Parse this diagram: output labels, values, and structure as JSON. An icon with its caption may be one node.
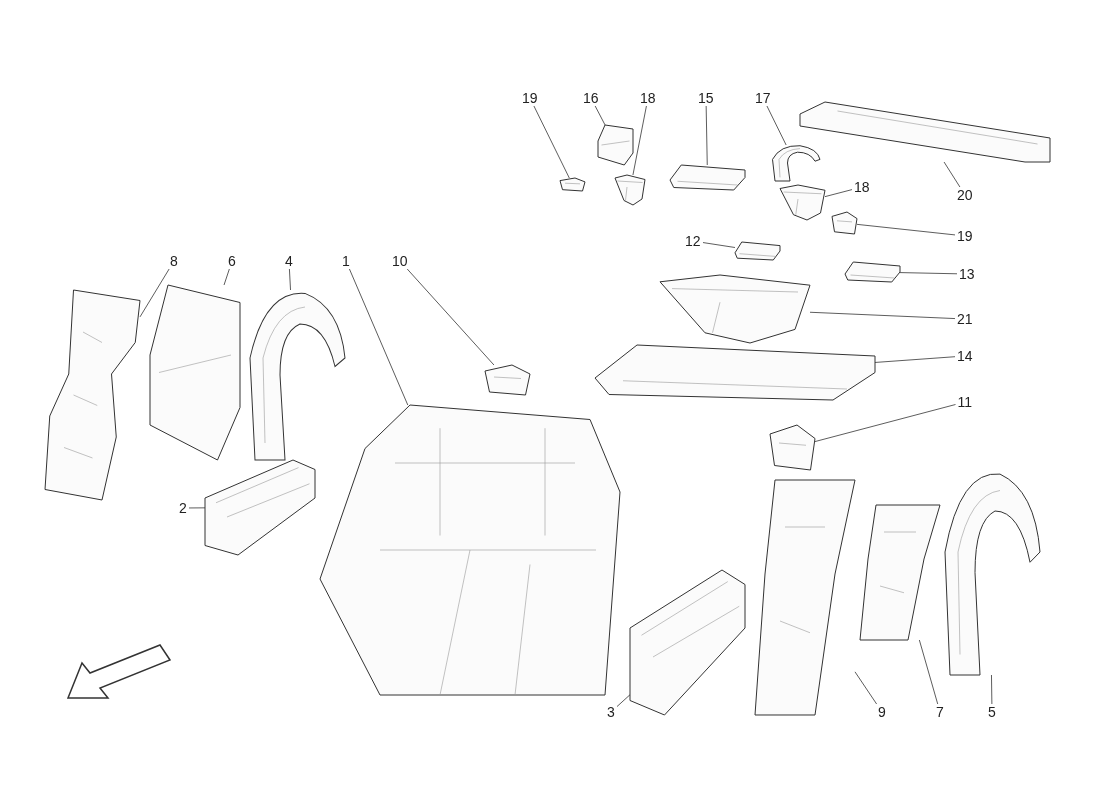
{
  "diagram": {
    "nodes": [
      {
        "text": [
          "19"
        ]
      },
      {
        "text": [
          "16"
        ]
      },
      {
        "text": [
          "18"
        ]
      },
      {
        "text": [
          "15"
        ]
      },
      {
        "text": [
          "17"
        ]
      },
      {
        "text": [
          "18"
        ]
      },
      {
        "text": [
          "20"
        ]
      },
      {
        "text": [
          "19"
        ]
      },
      {
        "text": [
          "12"
        ]
      },
      {
        "text": [
          "8"
        ]
      },
      {
        "text": [
          "6"
        ]
      },
      {
        "text": [
          "4"
        ]
      },
      {
        "text": [
          "1"
        ]
      },
      {
        "text": [
          "10"
        ]
      },
      {
        "text": [
          "13"
        ]
      },
      {
        "text": [
          "21"
        ]
      },
      {
        "text": [
          "14"
        ]
      },
      {
        "text": [
          "11"
        ]
      },
      {
        "text": [
          "2"
        ]
      },
      {
        "text": [
          "3"
        ]
      },
      {
        "text": [
          "9"
        ]
      },
      {
        "text": [
          "7"
        ]
      },
      {
        "text": [
          "5"
        ]
      },
      {
        "text": [],
        "shape": "picture"
      },
      {
        "text": [],
        "shape": "picture"
      },
      {
        "text": [],
        "shape": "picture"
      },
      {
        "text": [],
        "shape": "picture"
      },
      {
        "text": [],
        "shape": "picture"
      },
      {
        "text": [],
        "shape": "picture"
      },
      {
        "text": [],
        "shape": "picture"
      },
      {
        "text": [],
        "shape": "picture"
      },
      {
        "text": [],
        "shape": "picture"
      },
      {
        "text": [],
        "shape": "picture"
      },
      {
        "text": [],
        "shape": "picture"
      },
      {
        "text": [],
        "shape": "picture"
      },
      {
        "text": [],
        "shape": "picture"
      },
      {
        "text": [],
        "shape": "picture"
      },
      {
        "text": [],
        "shape": "picture"
      },
      {
        "text": [],
        "shape": "picture"
      },
      {
        "text": [],
        "shape": "picture"
      },
      {
        "text": [],
        "shape": "picture"
      },
      {
        "text": [],
        "shape": "picture"
      },
      {
        "text": [],
        "shape": "picture"
      },
      {
        "text": [],
        "shape": "picture"
      },
      {
        "text": [],
        "shape": "picture"
      },
      {
        "text": [],
        "shape": "picture"
      }
    ],
    "edges": [
      {
        "from": 0,
        "to": 29,
        "arrow": "none"
      },
      {
        "from": 1,
        "to": 31,
        "arrow": "none"
      },
      {
        "from": 2,
        "to": 32,
        "arrow": "none"
      },
      {
        "from": 3,
        "to": 35,
        "arrow": "none"
      },
      {
        "from": 4,
        "to": 38,
        "arrow": "none"
      },
      {
        "from": 5,
        "to": 40,
        "arrow": "none"
      },
      {
        "from": 6,
        "to": 41,
        "arrow": "none"
      },
      {
        "from": 7,
        "to": 42,
        "arrow": "none"
      },
      {
        "from": 8,
        "to": 36,
        "arrow": "none"
      },
      {
        "from": 9,
        "to": 23,
        "arrow": "none"
      },
      {
        "from": 10,
        "to": 24,
        "arrow": "none"
      },
      {
        "from": 11,
        "to": 26,
        "arrow": "none"
      },
      {
        "from": 12,
        "to": 27,
        "arrow": "none"
      },
      {
        "from": 13,
        "to": 28,
        "arrow": "none"
      },
      {
        "from": 14,
        "to": 43,
        "arrow": "none"
      },
      {
        "from": 15,
        "to": 34,
        "arrow": "none"
      },
      {
        "from": 16,
        "to": 30,
        "arrow": "none"
      },
      {
        "from": 17,
        "to": 39,
        "arrow": "none"
      },
      {
        "from": 18,
        "to": 25,
        "arrow": "none"
      },
      {
        "from": 19,
        "to": 33,
        "arrow": "none"
      },
      {
        "from": 20,
        "to": 37,
        "arrow": "none"
      },
      {
        "from": 21,
        "to": 44,
        "arrow": "none"
      },
      {
        "from": 22,
        "to": 45,
        "arrow": "none"
      }
    ]
  }
}
